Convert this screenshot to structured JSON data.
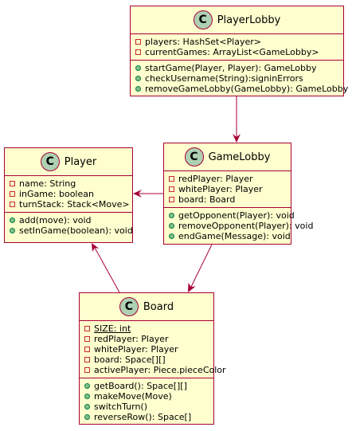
{
  "classes": {
    "player_lobby": {
      "name": "PlayerLobby",
      "stereotype_letter": "C",
      "fields": [
        {
          "vis": "private",
          "text": "players: HashSet<Player>"
        },
        {
          "vis": "private",
          "text": "currentGames: ArrayList<GameLobby>"
        }
      ],
      "methods": [
        {
          "vis": "public",
          "text": "startGame(Player, Player): GameLobby"
        },
        {
          "vis": "public",
          "text": "checkUsername(String):signinErrors"
        },
        {
          "vis": "public",
          "text": "removeGameLobby(GameLobby): GameLobby"
        }
      ]
    },
    "player": {
      "name": "Player",
      "stereotype_letter": "C",
      "fields": [
        {
          "vis": "private",
          "text": "name: String"
        },
        {
          "vis": "private",
          "text": "inGame: boolean"
        },
        {
          "vis": "private",
          "text": "turnStack: Stack<Move>"
        }
      ],
      "methods": [
        {
          "vis": "public",
          "text": "add(move): void"
        },
        {
          "vis": "public",
          "text": "setInGame(boolean): void"
        }
      ]
    },
    "game_lobby": {
      "name": "GameLobby",
      "stereotype_letter": "C",
      "fields": [
        {
          "vis": "private",
          "text": "redPlayer: Player"
        },
        {
          "vis": "private",
          "text": "whitePlayer: Player"
        },
        {
          "vis": "private",
          "text": "board: Board"
        }
      ],
      "methods": [
        {
          "vis": "public",
          "text": "getOpponent(Player): void"
        },
        {
          "vis": "public",
          "text": "removeOpponent(Player): void"
        },
        {
          "vis": "public",
          "text": "endGame(Message): void"
        }
      ]
    },
    "board": {
      "name": "Board",
      "stereotype_letter": "C",
      "fields": [
        {
          "vis": "private",
          "text": "SIZE: int",
          "static": true
        },
        {
          "vis": "private",
          "text": "redPlayer: Player"
        },
        {
          "vis": "private",
          "text": "whitePlayer: Player"
        },
        {
          "vis": "private",
          "text": "board: Space[][]"
        },
        {
          "vis": "private",
          "text": "activePlayer: Piece.pieceColor"
        }
      ],
      "methods": [
        {
          "vis": "public",
          "text": "getBoard(): Space[][]"
        },
        {
          "vis": "public",
          "text": "makeMove(Move)"
        },
        {
          "vis": "public",
          "text": "switchTurn()"
        },
        {
          "vis": "public",
          "text": "reverseRow(): Space[]"
        }
      ]
    }
  },
  "relations": [
    {
      "from": "player_lobby",
      "to": "game_lobby",
      "type": "association"
    },
    {
      "from": "game_lobby",
      "to": "player",
      "type": "association"
    },
    {
      "from": "game_lobby",
      "to": "board",
      "type": "association"
    },
    {
      "from": "board",
      "to": "player",
      "type": "association"
    }
  ],
  "colors": {
    "class_fill": "#FEFECE",
    "class_border": "#A80036",
    "class_icon": "#ADD1B2",
    "private_marker": "#C82930",
    "public_marker": "#038048",
    "arrow": "#A80036"
  }
}
